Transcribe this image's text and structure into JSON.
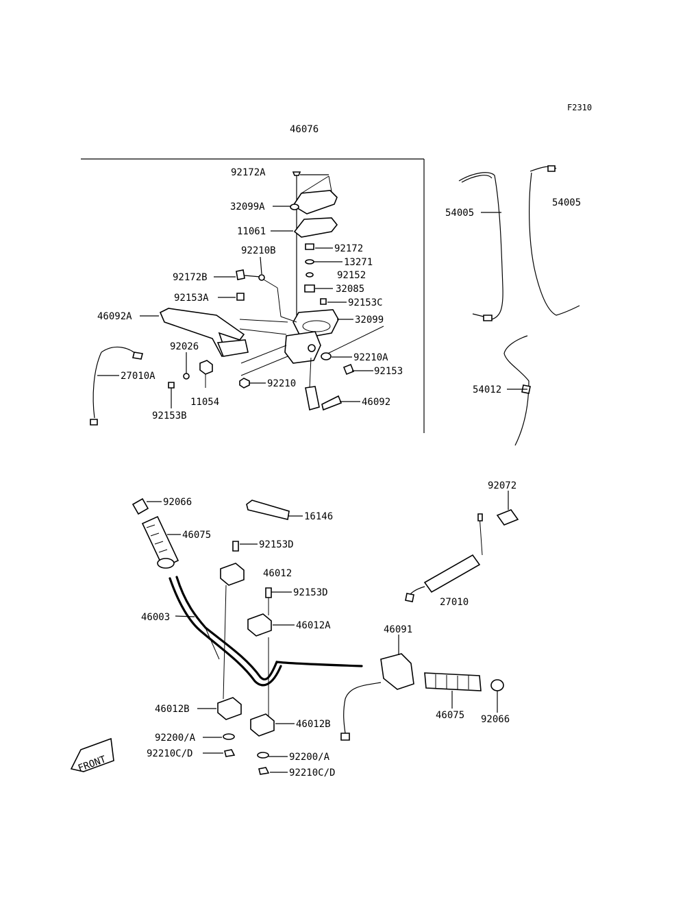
{
  "header": {
    "figure_code": "F2310",
    "assembly_number": "46076",
    "front_marker": "FRONT"
  },
  "callouts": {
    "c92172A": "92172A",
    "c32099A": "32099A",
    "c11061": "11061",
    "c92210B": "92210B",
    "c92172": "92172",
    "c13271": "13271",
    "c92172B": "92172B",
    "c92152": "92152",
    "c32085": "32085",
    "c92153A": "92153A",
    "c92153C": "92153C",
    "c46092A": "46092A",
    "c32099": "32099",
    "c92026": "92026",
    "c27010A": "27010A",
    "c92210A": "92210A",
    "c92153": "92153",
    "c92210": "92210",
    "c11054": "11054",
    "c46092": "46092",
    "c92153B": "92153B",
    "c54005L": "54005",
    "c54005R": "54005",
    "c54012": "54012",
    "c92066L": "92066",
    "c16146": "16146",
    "c46075L": "46075",
    "c92153D1": "92153D",
    "c46012": "46012",
    "c92153D2": "92153D",
    "c46003": "46003",
    "c46012A": "46012A",
    "c92072": "92072",
    "c27010": "27010",
    "c46091": "46091",
    "c46012B1": "46012B",
    "c46012B2": "46012B",
    "c46075R": "46075",
    "c92066R": "92066",
    "c92200A1": "92200/A",
    "c92210CD1": "92210C/D",
    "c92200A2": "92200/A",
    "c92210CD2": "92210C/D"
  }
}
